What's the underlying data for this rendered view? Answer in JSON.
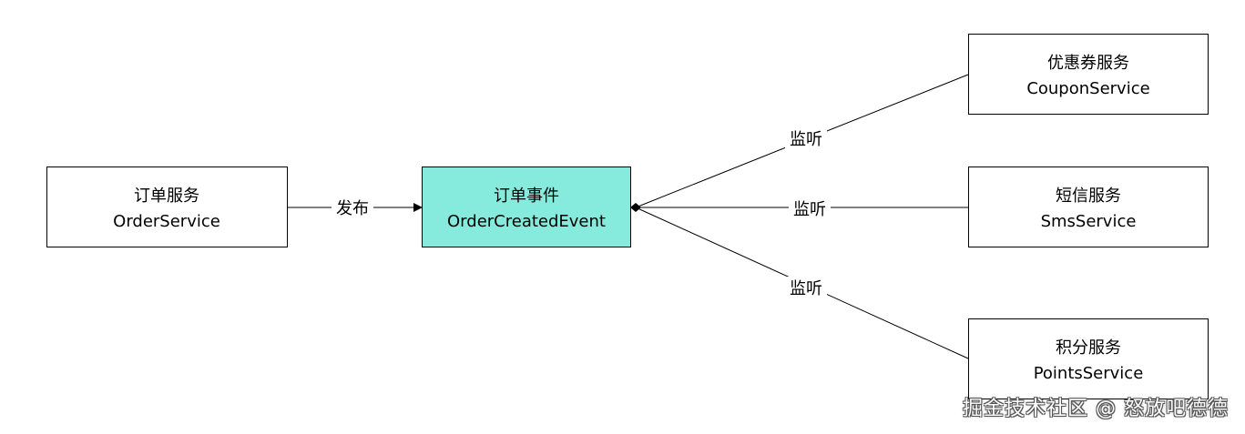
{
  "nodes": {
    "order_service": {
      "line1": "订单服务",
      "line2": "OrderService"
    },
    "order_event": {
      "line1": "订单事件",
      "line2": "OrderCreatedEvent",
      "fill": "#86ebdc"
    },
    "coupon_service": {
      "line1": "优惠券服务",
      "line2": "CouponService"
    },
    "sms_service": {
      "line1": "短信服务",
      "line2": "SmsService"
    },
    "points_service": {
      "line1": "积分服务",
      "line2": "PointsService"
    }
  },
  "edges": {
    "publish": {
      "label": "发布"
    },
    "listen_coupon": {
      "label": "监听"
    },
    "listen_sms": {
      "label": "监听"
    },
    "listen_points": {
      "label": "监听"
    }
  },
  "watermark": "掘金技术社区 @ 怒放吧德德"
}
